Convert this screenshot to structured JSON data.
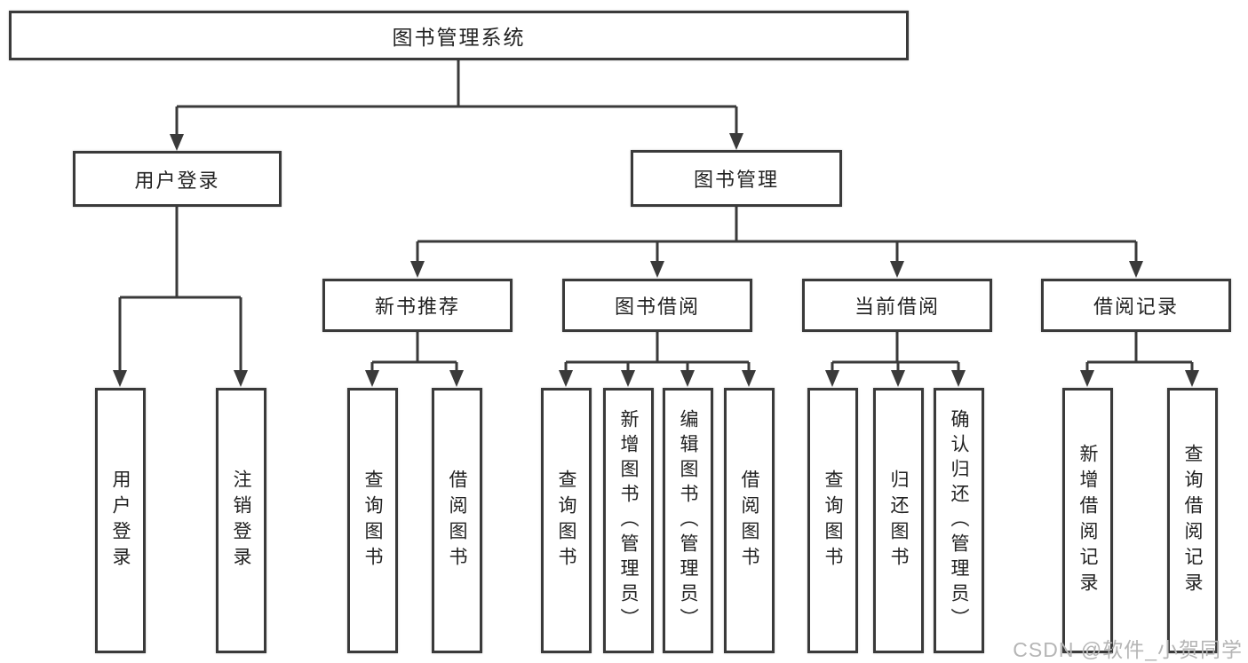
{
  "tree": {
    "root": {
      "label": "图书管理系统",
      "children": [
        {
          "label": "用户登录",
          "children": [
            {
              "label": "用户登录"
            },
            {
              "label": "注销登录"
            }
          ]
        },
        {
          "label": "图书管理",
          "children": [
            {
              "label": "新书推荐",
              "children": [
                {
                  "label": "查询图书"
                },
                {
                  "label": "借阅图书"
                }
              ]
            },
            {
              "label": "图书借阅",
              "children": [
                {
                  "label": "查询图书"
                },
                {
                  "label": "新增图书（管理员）"
                },
                {
                  "label": "编辑图书（管理员）"
                },
                {
                  "label": "借阅图书"
                }
              ]
            },
            {
              "label": "当前借阅",
              "children": [
                {
                  "label": "查询图书"
                },
                {
                  "label": "归还图书"
                },
                {
                  "label": "确认归还（管理员）"
                }
              ]
            },
            {
              "label": "借阅记录",
              "children": [
                {
                  "label": "新增借阅记录"
                },
                {
                  "label": "查询借阅记录"
                }
              ]
            }
          ]
        }
      ]
    }
  },
  "watermark": {
    "text": "CSDN @软件_小贺同学"
  },
  "colors": {
    "line": "#3a3a3a",
    "text": "#222222",
    "background": "#ffffff",
    "watermark": "#b5b5b5"
  }
}
